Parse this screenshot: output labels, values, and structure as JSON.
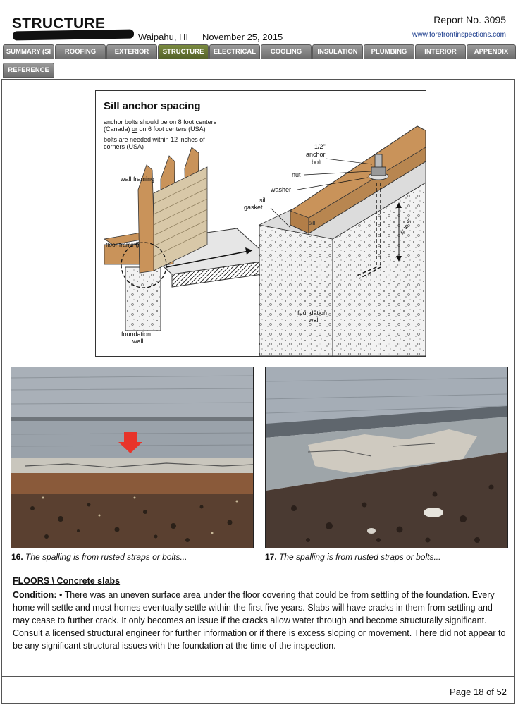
{
  "header": {
    "title": "STRUCTURE",
    "address": "Waipahu, HI",
    "date": "November 25, 2015",
    "report_no": "Report No. 3095",
    "website": "www.forefrontinspections.com"
  },
  "tabs": [
    {
      "label": "SUMMARY (SI",
      "active": false
    },
    {
      "label": "ROOFING",
      "active": false
    },
    {
      "label": "EXTERIOR",
      "active": false
    },
    {
      "label": "STRUCTURE",
      "active": true
    },
    {
      "label": "ELECTRICAL",
      "active": false
    },
    {
      "label": "COOLING",
      "active": false
    },
    {
      "label": "INSULATION",
      "active": false
    },
    {
      "label": "PLUMBING",
      "active": false
    },
    {
      "label": "INTERIOR",
      "active": false
    },
    {
      "label": "APPENDIX",
      "active": false
    },
    {
      "label": "REFERENCE",
      "active": false
    }
  ],
  "diagram": {
    "title": "Sill anchor spacing",
    "line1": "anchor bolts should be on 8 foot centers",
    "line2a": "(Canada) ",
    "line2b": "or",
    "line2c": " on 6 foot centers (USA)",
    "line3": "bolts are needed within 12 inches of",
    "line4": "corners (USA)",
    "label_bolt1": "1/2\"",
    "label_bolt2": "anchor",
    "label_bolt3": "bolt",
    "label_nut": "nut",
    "label_washer": "washer",
    "label_gasket1": "sill",
    "label_gasket2": "gasket",
    "label_wall_framing": "wall framing",
    "label_floor_framing": "floor framing",
    "label_sill": "sill",
    "label_depth": "4\" to 6\"",
    "label_fw1": "foundation",
    "label_fw2": "wall",
    "label_fw3": "foundation",
    "label_fw4": "wall"
  },
  "photos": [
    {
      "num": "16.",
      "caption": "The spalling is from rusted straps or bolts..."
    },
    {
      "num": "17.",
      "caption": "The spalling is from rusted straps or bolts..."
    }
  ],
  "section": {
    "title": "FLOORS \\ Concrete slabs",
    "condition_label": "Condition:",
    "condition_text": " • There was an uneven surface area under the floor covering that could be from settling of the foundation. Every home will settle and most homes eventually settle within the first five years.  Slabs will have cracks in them from settling and may cease to further crack.  It only becomes an issue if the cracks allow water through and become structurally significant.  Consult a licensed structural engineer for further information or if there is excess sloping or movement.  There did not appear to be any significant structural issues with the foundation at the time of the inspection."
  },
  "footer": {
    "page": "Page 18 of 52"
  }
}
